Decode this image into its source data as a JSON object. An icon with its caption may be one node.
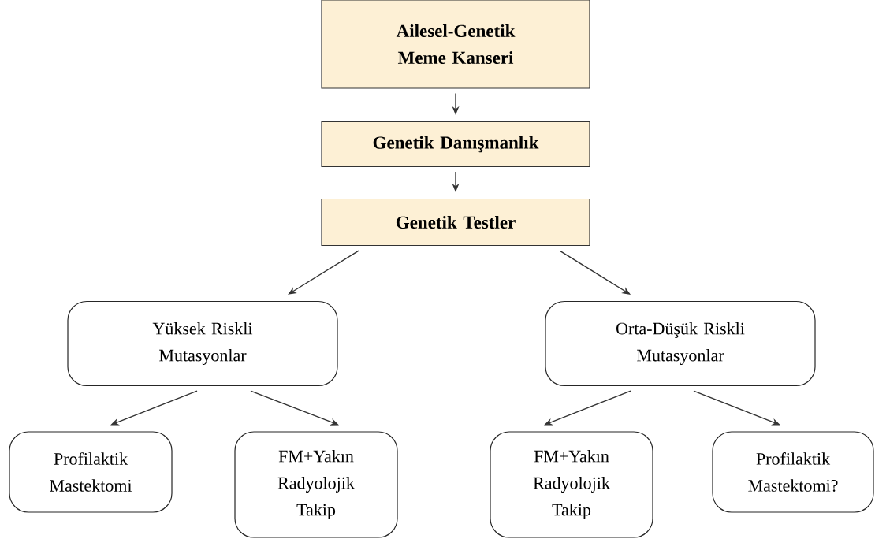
{
  "diagram": {
    "nodes": [
      {
        "text": [
          "Ailesel-Genetik Meme Kanseri"
        ]
      },
      {
        "text": [
          "Genetik Danışmanlık"
        ]
      },
      {
        "text": [
          "Genetik Testler"
        ]
      },
      {
        "text": [
          "Yüksek Riskli Mutasyonlar"
        ]
      },
      {
        "text": [
          "Orta-Düşük Riskli Mutasyonlar"
        ]
      },
      {
        "text": [
          "Profilaktik Mastektomi"
        ]
      },
      {
        "text": [
          "FM+Yakın Radyolojik Takip"
        ]
      },
      {
        "text": [
          "FM+Yakın Radyolojik Takip"
        ]
      },
      {
        "text": [
          "Profilaktik Mastektomi?"
        ]
      }
    ],
    "edges": [
      {
        "from": 0,
        "to": 1,
        "arrow": "to"
      },
      {
        "from": 1,
        "to": 2,
        "arrow": "to"
      },
      {
        "from": 2,
        "to": 3,
        "arrow": "to"
      },
      {
        "from": 2,
        "to": 4,
        "arrow": "to"
      },
      {
        "from": 3,
        "to": 5,
        "arrow": "to"
      },
      {
        "from": 3,
        "to": 6,
        "arrow": "to"
      },
      {
        "from": 4,
        "to": 7,
        "arrow": "to"
      },
      {
        "from": 4,
        "to": 8,
        "arrow": "to"
      }
    ]
  }
}
